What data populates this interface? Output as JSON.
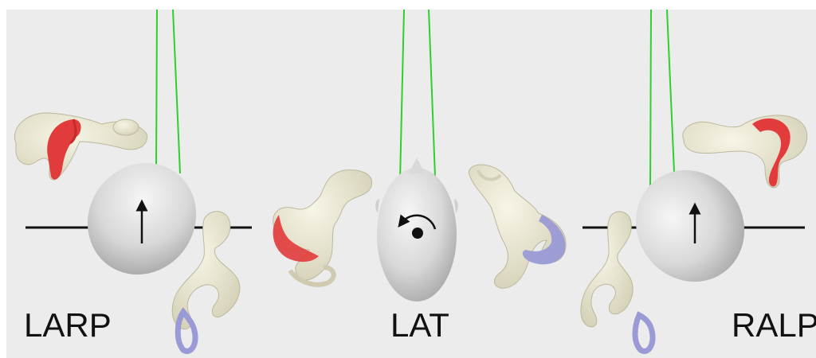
{
  "panels": [
    {
      "id": "larp",
      "label": "LARP",
      "rotation": "arrow-up",
      "highlight_canal_color": "#e23b3b",
      "secondary_canal_color": "#9a9ad6"
    },
    {
      "id": "lat",
      "label": "LAT",
      "rotation": "counter-clockwise-arrow-with-dot",
      "highlight_canal_color": "#e23b3b",
      "secondary_canal_color": "#9a9ad6"
    },
    {
      "id": "ralp",
      "label": "RALP",
      "rotation": "arrow-up",
      "highlight_canal_color": "#e23b3b",
      "secondary_canal_color": "#9a9ad6"
    }
  ],
  "colors": {
    "background": "#ececec",
    "head": "#d6d6d6",
    "bone": "#ece9d4",
    "suspension_line": "#2fcf2f",
    "reference_line": "#111111"
  }
}
